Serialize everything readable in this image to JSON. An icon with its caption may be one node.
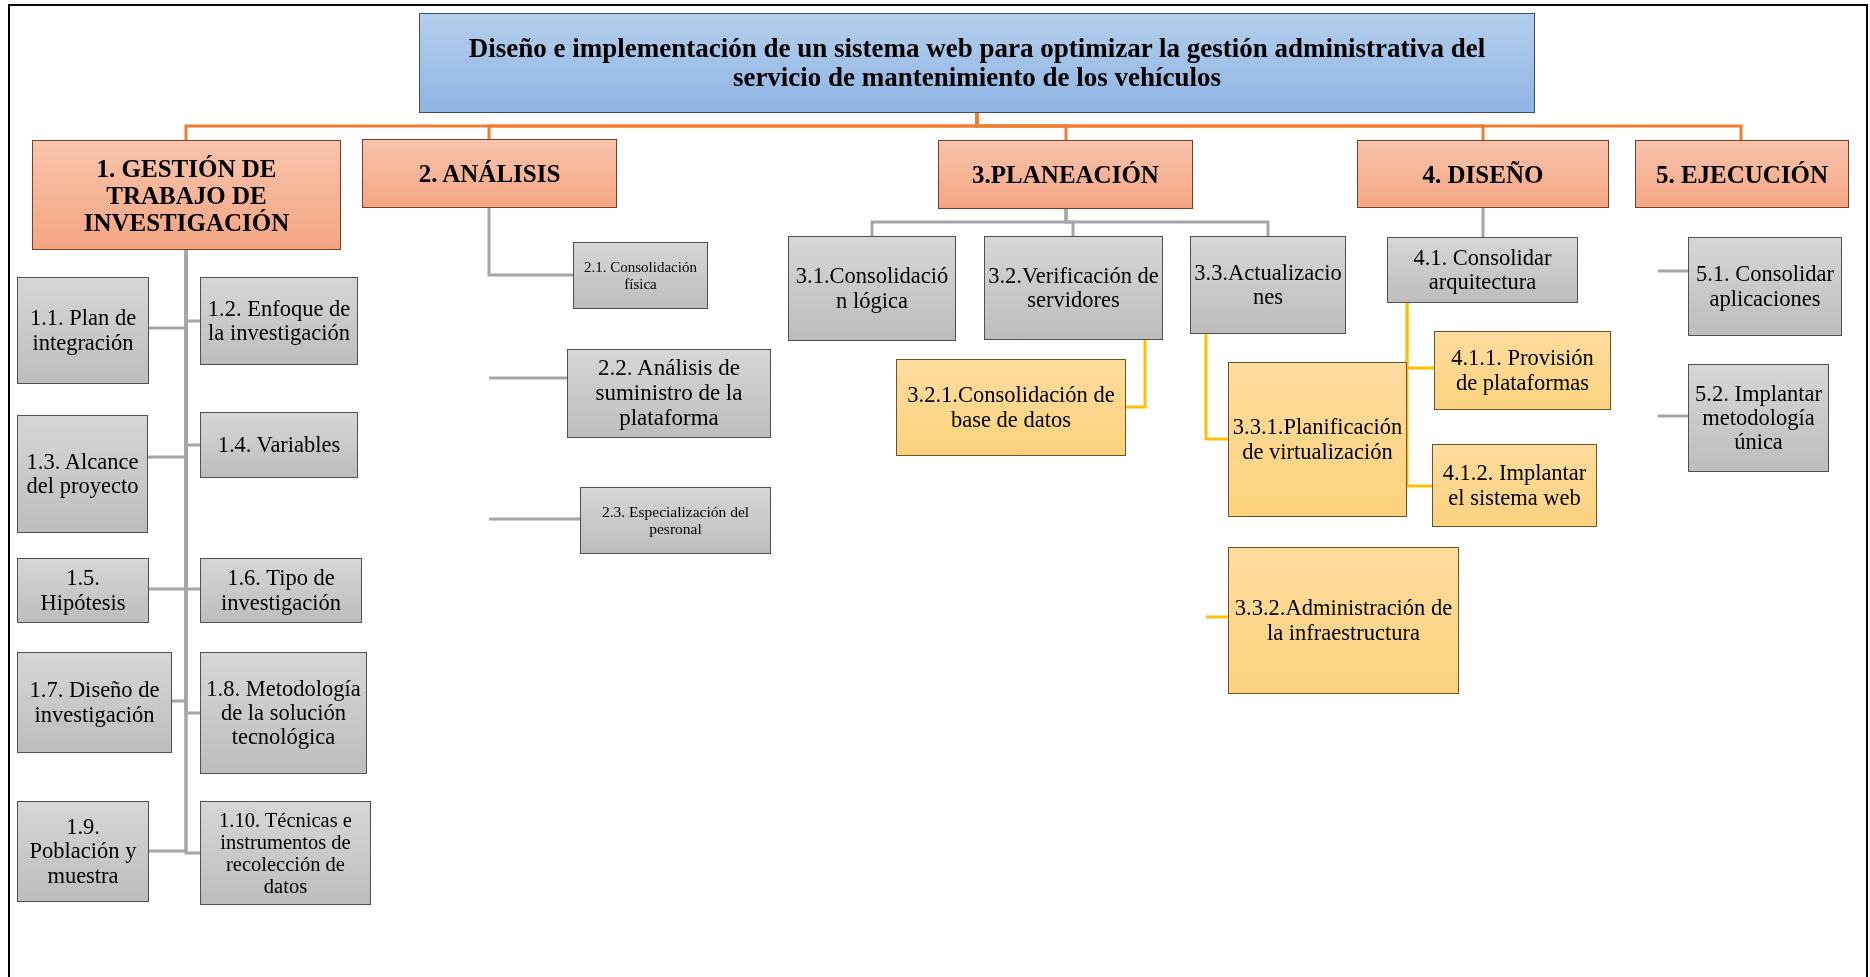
{
  "diagram": {
    "nodes": [
      {
        "text": [
          "Diseño e implementación de un sistema web para optimizar la gestión administrativa del servicio de mantenimiento de los vehículos"
        ]
      },
      {
        "text": [
          "1. GESTIÓN DE TRABAJO DE INVESTIGACIÓN"
        ]
      },
      {
        "text": [
          "2. ANÁLISIS"
        ]
      },
      {
        "text": [
          "3.PLANEACIÓN"
        ]
      },
      {
        "text": [
          "4. DISEÑO"
        ]
      },
      {
        "text": [
          "5. EJECUCIÓN"
        ]
      },
      {
        "text": [
          "1.1. Plan de integración"
        ]
      },
      {
        "text": [
          "1.2. Enfoque de la investigación"
        ]
      },
      {
        "text": [
          "1.3. Alcance del proyecto"
        ]
      },
      {
        "text": [
          "1.4. Variables"
        ]
      },
      {
        "text": [
          "1.5. Hipótesis"
        ]
      },
      {
        "text": [
          "1.6. Tipo de investigación"
        ]
      },
      {
        "text": [
          "1.7. Diseño de investigación"
        ]
      },
      {
        "text": [
          "1.8. Metodología de la solución tecnológica"
        ]
      },
      {
        "text": [
          "1.9. Población y muestra"
        ]
      },
      {
        "text": [
          "1.10. Técnicas e instrumentos de recolección de datos"
        ]
      },
      {
        "text": [
          "2.1. Consolidación física"
        ]
      },
      {
        "text": [
          "2.2. Análisis de suministro de la plataforma"
        ]
      },
      {
        "text": [
          "2.3. Especialización del pesronal"
        ]
      },
      {
        "text": [
          "3.1.Consolidación lógica"
        ]
      },
      {
        "text": [
          "3.2.Verificación de servidores"
        ]
      },
      {
        "text": [
          "3.3.Actualizaciones"
        ]
      },
      {
        "text": [
          "3.2.1.Consolidación de base de datos"
        ]
      },
      {
        "text": [
          "3.3.1.Planificación de virtualización"
        ]
      },
      {
        "text": [
          "3.3.2.Administración de la infraestructura"
        ]
      },
      {
        "text": [
          "4.1. Consolidar arquitectura"
        ]
      },
      {
        "text": [
          "4.1.1. Provisión de plataformas"
        ]
      },
      {
        "text": [
          "4.1.2. Implantar el sistema web"
        ]
      },
      {
        "text": [
          "5.1. Consolidar aplicaciones"
        ]
      },
      {
        "text": [
          "5.2. Implantar metodología única"
        ]
      }
    ],
    "edges": [
      {
        "from": 0,
        "to": 1,
        "arrow": "none",
        "color": "#ed7d31"
      },
      {
        "from": 0,
        "to": 2,
        "arrow": "none",
        "color": "#ed7d31"
      },
      {
        "from": 0,
        "to": 3,
        "arrow": "none",
        "color": "#ed7d31"
      },
      {
        "from": 0,
        "to": 4,
        "arrow": "none",
        "color": "#ed7d31"
      },
      {
        "from": 0,
        "to": 5,
        "arrow": "none",
        "color": "#ed7d31"
      },
      {
        "from": 1,
        "to": 6,
        "arrow": "none"
      },
      {
        "from": 1,
        "to": 7,
        "arrow": "none"
      },
      {
        "from": 1,
        "to": 8,
        "arrow": "none"
      },
      {
        "from": 1,
        "to": 9,
        "arrow": "none"
      },
      {
        "from": 1,
        "to": 10,
        "arrow": "none"
      },
      {
        "from": 1,
        "to": 11,
        "arrow": "none"
      },
      {
        "from": 1,
        "to": 12,
        "arrow": "none"
      },
      {
        "from": 1,
        "to": 13,
        "arrow": "none"
      },
      {
        "from": 1,
        "to": 14,
        "arrow": "none"
      },
      {
        "from": 1,
        "to": 15,
        "arrow": "none"
      },
      {
        "from": 2,
        "to": 16,
        "arrow": "none"
      },
      {
        "from": null,
        "to": 17,
        "arrow": "none"
      },
      {
        "from": null,
        "to": 18,
        "arrow": "none"
      },
      {
        "from": 3,
        "to": 19,
        "arrow": "none"
      },
      {
        "from": 3,
        "to": 20,
        "arrow": "none"
      },
      {
        "from": 3,
        "to": 21,
        "arrow": "none"
      },
      {
        "from": 20,
        "to": 22,
        "arrow": "none",
        "color": "#ffc000"
      },
      {
        "from": 21,
        "to": 23,
        "arrow": "none",
        "color": "#ffc000"
      },
      {
        "from": null,
        "to": 24,
        "arrow": "none",
        "color": "#ffc000"
      },
      {
        "from": 4,
        "to": 25,
        "arrow": "none"
      },
      {
        "from": 25,
        "to": 26,
        "arrow": "none",
        "color": "#ffc000"
      },
      {
        "from": 25,
        "to": 27,
        "arrow": "none",
        "color": "#ffc000"
      },
      {
        "from": null,
        "to": 28,
        "arrow": "none"
      },
      {
        "from": null,
        "to": 29,
        "arrow": "none"
      }
    ]
  }
}
